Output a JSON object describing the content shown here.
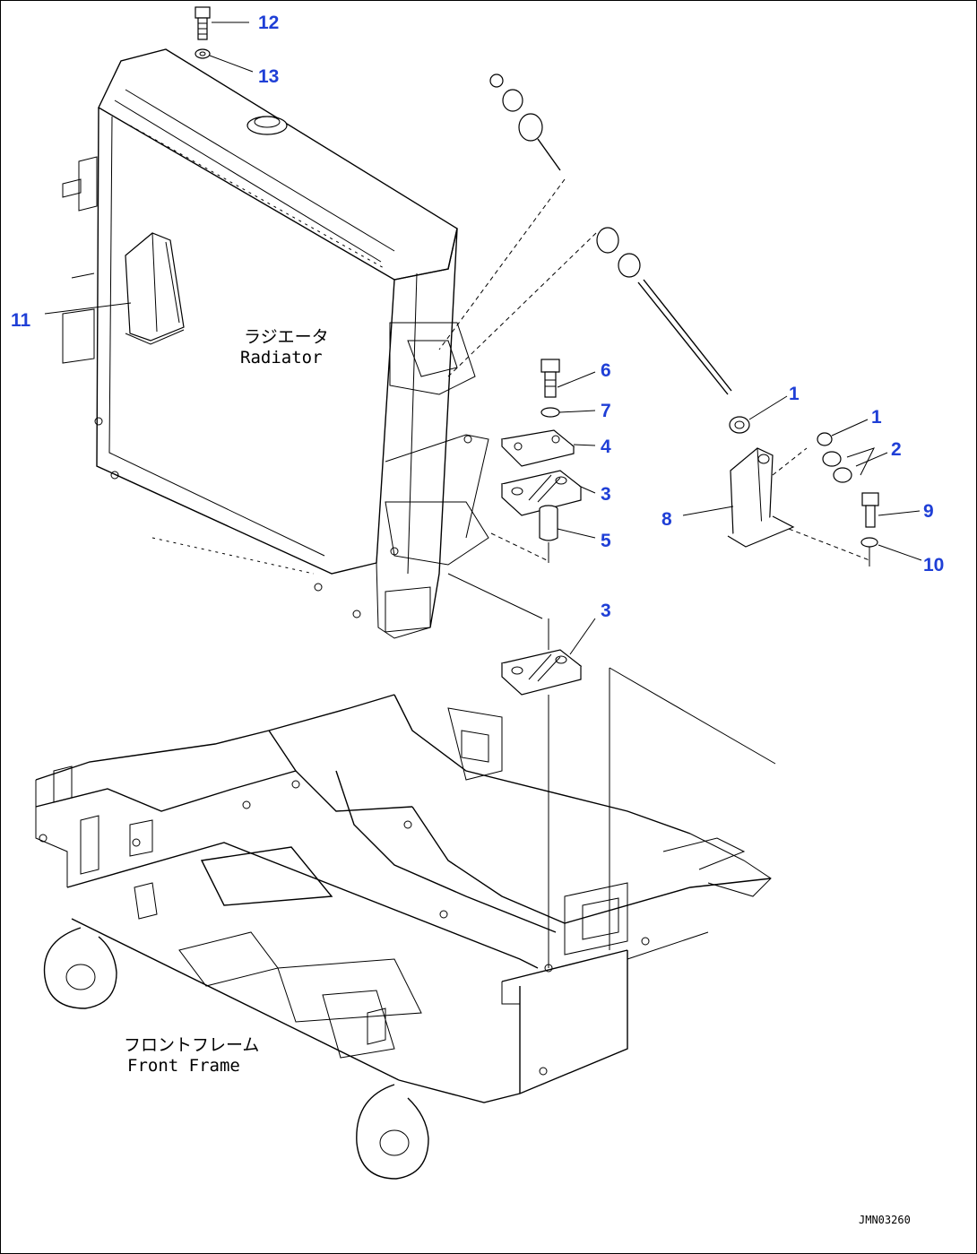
{
  "callout_color": "#1f3fd6",
  "callouts": {
    "c12": "12",
    "c13": "13",
    "c11": "11",
    "c6": "6",
    "c7": "7",
    "c4": "4",
    "c3a": "3",
    "c5": "5",
    "c3b": "3",
    "c1a": "1",
    "c1b": "1",
    "c2": "2",
    "c8": "8",
    "c9": "9",
    "c10": "10"
  },
  "labels": {
    "radiator_jp": "ラジエータ",
    "radiator_en": "Radiator",
    "frame_jp": "フロントフレーム",
    "frame_en": "Front Frame"
  },
  "drawing_number": "JMN03260"
}
